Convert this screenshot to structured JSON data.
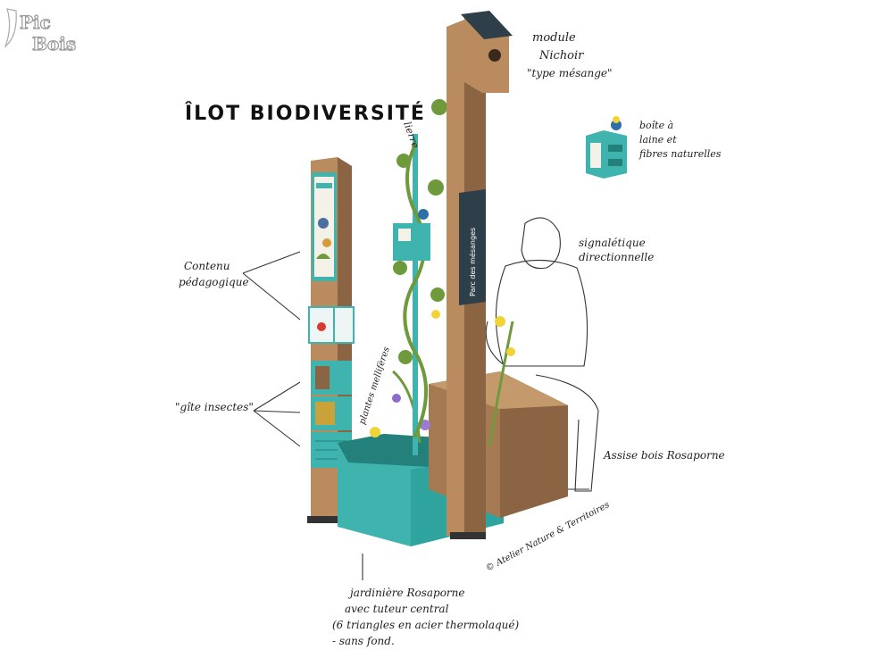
{
  "logo": {
    "line1": "Pic",
    "line2": "Bois"
  },
  "title": "ÎLOT BIODIVERSITÉ",
  "labels": {
    "module": [
      "module",
      "Nichoir",
      "\"type mésange\""
    ],
    "lierre": "lierre",
    "boite": [
      "boîte à",
      "laine et",
      "fibres naturelles"
    ],
    "signaletique": [
      "signalétique",
      "directionnelle"
    ],
    "contenu": [
      "Contenu",
      "pédagogique"
    ],
    "gite": "\"gîte insectes\"",
    "plantes": "plantes mellifères",
    "assise": "Assise bois Rosaporne",
    "credit": "© Atelier Nature & Territoires",
    "jardiniere": [
      "jardinière Rosaporne",
      "avec tuteur central",
      "(6 triangles en acier thermolaqué)",
      "- sans fond."
    ]
  },
  "sign_text": "Parc des mésanges",
  "colors": {
    "wood": "#b98b5f",
    "wood_dark": "#8a6443",
    "teal": "#3fb3ad",
    "teal_dark": "#23807b",
    "leaf": "#6e9a3c",
    "sign": "#2e3f4a"
  }
}
